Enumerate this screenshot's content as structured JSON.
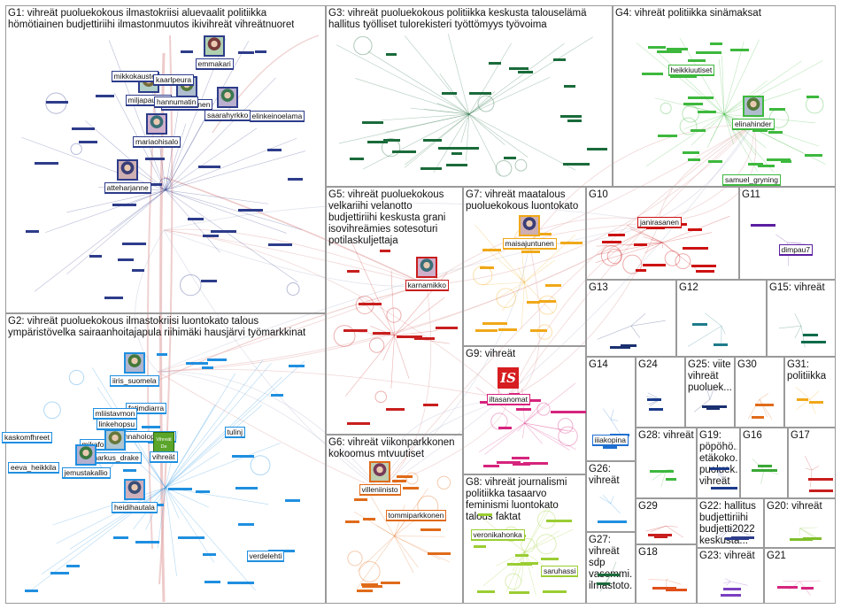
{
  "groups": [
    {
      "id": "G1",
      "title": "G1: vihreät puoluekokous ilmastokriisi aluevaalit politiikka\nhömötiainen budjettiriihi ilmastonmuutos ikivihreät vihreätnuoret",
      "color": "#2d3c8a"
    },
    {
      "id": "G2",
      "title": "G2: vihreät puoluekokous ilmastokriisi luontokato talous\nympäristövelka sairaanhoitajapula riihimäki hausjärvi työmarkkinat",
      "color": "#1f8fe0"
    },
    {
      "id": "G3",
      "title": "G3: vihreät puoluekokous politiikka keskusta talouselämä\nhallitus työlliset tulorekisteri työttömyys työvoima",
      "color": "#1a6b3a"
    },
    {
      "id": "G4",
      "title": "G4: vihreät politiikka sinämaksat",
      "color": "#3db83d"
    },
    {
      "id": "G5",
      "title": "G5: vihreät puoluekokous\nvelkariihi velanotto\nbudjettiriihi keskusta grani\nisovihreämies sotesoturi\npotilaskuljettaja",
      "color": "#c81e1e"
    },
    {
      "id": "G6",
      "title": "G6: vihreät viikonparkkonen\nkokoomus mtvuutiset",
      "color": "#e06b1a"
    },
    {
      "id": "G7",
      "title": "G7: vihreät maatalous\npuoluekokous luontokato",
      "color": "#f0a818"
    },
    {
      "id": "G8",
      "title": "G8: vihreät journalismi\npolitiikka tasaarvo\nfeminismi luontokato\ntalous faktat",
      "color": "#9acd32"
    },
    {
      "id": "G9",
      "title": "G9: vihreät",
      "color": "#d6247d"
    },
    {
      "id": "G10",
      "title": "G10",
      "color": "#cc1111"
    },
    {
      "id": "G11",
      "title": "G11",
      "color": "#5b1fa0"
    },
    {
      "id": "G12",
      "title": "G12",
      "color": "#1e7b8a"
    },
    {
      "id": "G13",
      "title": "G13",
      "color": "#1a3070"
    },
    {
      "id": "G14",
      "title": "G14",
      "color": "#1f6fd0"
    },
    {
      "id": "G15",
      "title": "G15: vihreät",
      "color": "#0e6b4a"
    },
    {
      "id": "G16",
      "title": "G16",
      "color": "#3aa835"
    },
    {
      "id": "G17",
      "title": "G17",
      "color": "#c81e1e"
    },
    {
      "id": "G18",
      "title": "G18",
      "color": "#e0501a"
    },
    {
      "id": "G19",
      "title": "G19:\npöpöhö...\netäkoko...\npuoluek...\nvihreät",
      "color": "#1a3a8a"
    },
    {
      "id": "G20",
      "title": "G20: vihreät",
      "color": "#7fbf2a"
    },
    {
      "id": "G21",
      "title": "G21",
      "color": "#d6247d"
    },
    {
      "id": "G22",
      "title": "G22: hallitus\nbudjettiriihi\nbudjetti2022\nkeskusta...",
      "color": "#2d3c8a"
    },
    {
      "id": "G23",
      "title": "G23: vihreät",
      "color": "#7a3fbf"
    },
    {
      "id": "G24",
      "title": "G24",
      "color": "#1a3a8a"
    },
    {
      "id": "G25",
      "title": "G25: viite\nvihreät\npuoluek...",
      "color": "#1a3070"
    },
    {
      "id": "G26",
      "title": "G26:\nvihreät",
      "color": "#1f8fe0"
    },
    {
      "id": "G27",
      "title": "G27:\nvihreät\nsdp\nvasemmi...\nilmastoto...",
      "color": "#1a6b3a"
    },
    {
      "id": "G28",
      "title": "G28: vihreät",
      "color": "#3db83d"
    },
    {
      "id": "G29",
      "title": "G29",
      "color": "#c81e1e"
    },
    {
      "id": "G30",
      "title": "G30",
      "color": "#e06b1a"
    },
    {
      "id": "G31",
      "title": "G31:\npolitiikka",
      "color": "#f0a818"
    }
  ],
  "nodes": [
    {
      "label": "emmakari",
      "group": "G1",
      "avatar": true
    },
    {
      "label": "miljapaullina",
      "group": "G1",
      "avatar": true
    },
    {
      "label": "niinaratilainen",
      "group": "G1",
      "avatar": true
    },
    {
      "label": "saarahyrkko",
      "group": "G1",
      "avatar": true
    },
    {
      "label": "mariaohisalo",
      "group": "G1",
      "avatar": true
    },
    {
      "label": "atteharjanne",
      "group": "G1",
      "avatar": true
    },
    {
      "label": "mikkokauste",
      "group": "G1"
    },
    {
      "label": "kaarlpeura",
      "group": "G1"
    },
    {
      "label": "hannumatin",
      "group": "G1"
    },
    {
      "label": "elinkeinoelama",
      "group": "G1"
    },
    {
      "label": "iiris_suomela",
      "group": "G2",
      "avatar": true
    },
    {
      "label": "fatimdiarra",
      "group": "G2"
    },
    {
      "label": "mliistavmon",
      "group": "G2"
    },
    {
      "label": "linkehopsu",
      "group": "G2"
    },
    {
      "label": "hannaholopainen",
      "group": "G2"
    },
    {
      "label": "mikafolk",
      "group": "G2"
    },
    {
      "label": "eeva_heikkila",
      "group": "G2"
    },
    {
      "label": "markus_drake",
      "group": "G2",
      "avatar": true
    },
    {
      "label": "jemustakallio",
      "group": "G2",
      "avatar": true
    },
    {
      "label": "vihreät",
      "group": "G2"
    },
    {
      "label": "heidihautala",
      "group": "G2",
      "avatar": true
    },
    {
      "label": "kaskomfhreet",
      "group": "G2"
    },
    {
      "label": "tulinj",
      "group": "G2"
    },
    {
      "label": "verdelehti",
      "group": "G2"
    },
    {
      "label": "heikkiuutiset",
      "group": "G4"
    },
    {
      "label": "elinahinder",
      "group": "G4",
      "avatar": true
    },
    {
      "label": "samuel_gryning",
      "group": "G4"
    },
    {
      "label": "karnamikko",
      "group": "G5",
      "avatar": true
    },
    {
      "label": "maisajuntunen",
      "group": "G7",
      "avatar": true
    },
    {
      "label": "iltasanomat",
      "group": "G9",
      "logo": "IS"
    },
    {
      "label": "villeniinisto",
      "group": "G6",
      "avatar": true
    },
    {
      "label": "tommiparkkonen",
      "group": "G6"
    },
    {
      "label": "veronikahonka",
      "group": "G8"
    },
    {
      "label": "saruhassi",
      "group": "G8"
    },
    {
      "label": "janirasanen",
      "group": "G10"
    },
    {
      "label": "iiiakopina",
      "group": "G14"
    },
    {
      "label": "dimpau7",
      "group": "G11"
    }
  ],
  "logo": {
    "vihreat_text": "Vihreät\nDe Gröna"
  },
  "edge_colors": {
    "inter_group": "#e2a6a6",
    "intra_group": "#bfc6d8"
  }
}
